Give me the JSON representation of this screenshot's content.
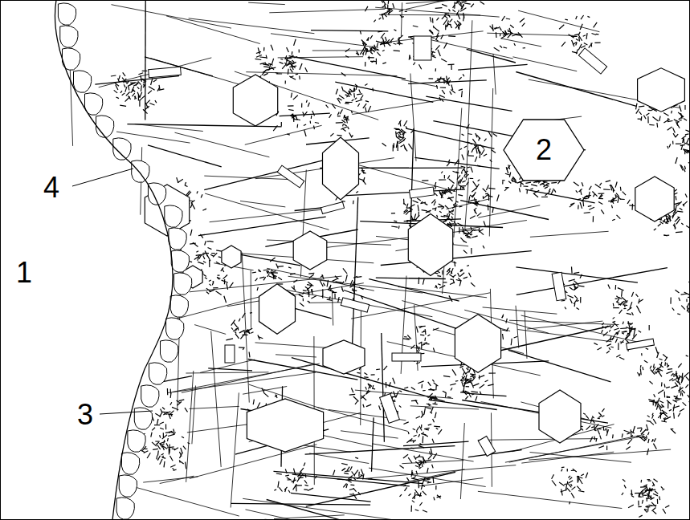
{
  "diagram": {
    "nodes": [
      {
        "text": [
          "2"
        ]
      }
    ],
    "labels": [
      "1",
      "4",
      "3"
    ]
  }
}
